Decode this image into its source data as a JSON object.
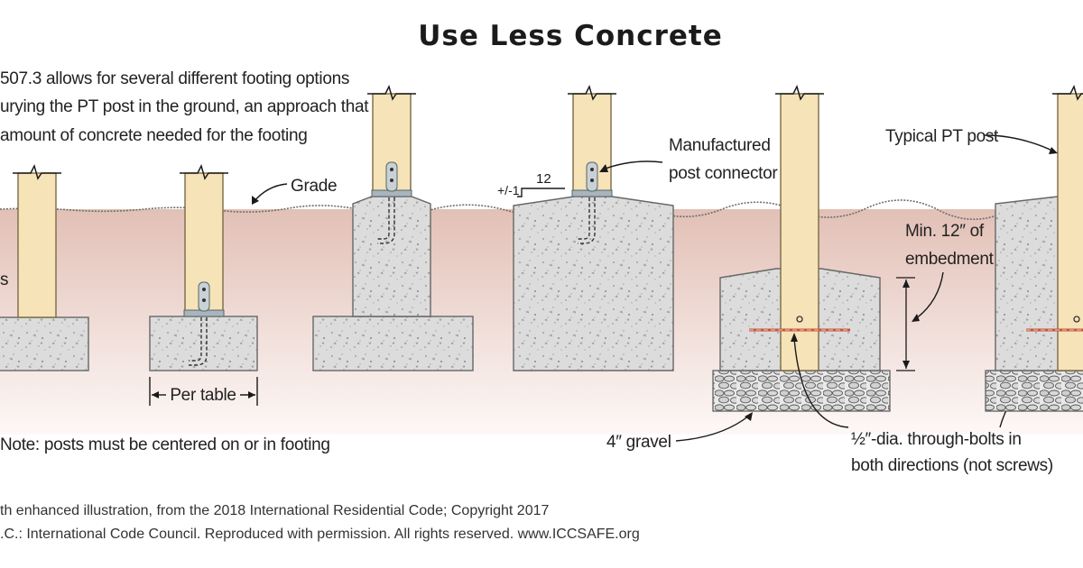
{
  "title": "Use Less Concrete",
  "intro_lines": [
    "507.3 allows for several different footing options",
    "urying the PT post in the ground, an approach that",
    " amount of concrete needed for the footing"
  ],
  "labels": {
    "grade": "Grade",
    "per_table": "Per table",
    "slope_rise": "+/-1",
    "slope_run": "12",
    "connector_line1": "Manufactured",
    "connector_line2": "post connector",
    "typical_post": "Typical PT post",
    "embed_line1": "Min. 12″ of",
    "embed_line2": "embedment",
    "gravel": "4″ gravel",
    "bolts_line1": "½″-dia. through-bolts in",
    "bolts_line2": "both directions (not screws)",
    "left_cut": "s",
    "note": "Note: posts must be centered on or in footing"
  },
  "credits": [
    "th enhanced illustration, from the 2018 International Residential Code; Copyright 2017",
    ".C.: International Code Council. Reproduced with permission. All rights reserved. www.ICCSAFE.org"
  ],
  "colors": {
    "soil_top": "#e6c7bd",
    "soil_bottom": "#fbf4f2",
    "post": "#f6e3b8",
    "concrete": "#dedede",
    "connector": "#a9b4bd",
    "bolt": "#c4553b"
  }
}
